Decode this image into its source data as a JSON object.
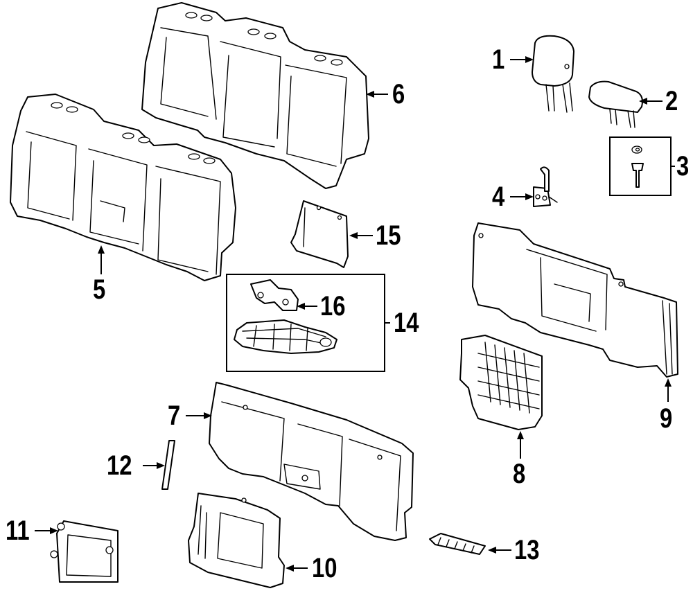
{
  "diagram": {
    "style": {
      "line_color": "#000000",
      "fill_color": "#ffffff",
      "background": "#ffffff"
    },
    "callouts": [
      {
        "id": "c1",
        "label": "1"
      },
      {
        "id": "c2",
        "label": "2"
      },
      {
        "id": "c3",
        "label": "3"
      },
      {
        "id": "c4",
        "label": "4"
      },
      {
        "id": "c5",
        "label": "5"
      },
      {
        "id": "c6",
        "label": "6"
      },
      {
        "id": "c7",
        "label": "7"
      },
      {
        "id": "c8",
        "label": "8"
      },
      {
        "id": "c9",
        "label": "9"
      },
      {
        "id": "c10",
        "label": "10"
      },
      {
        "id": "c11",
        "label": "11"
      },
      {
        "id": "c12",
        "label": "12"
      },
      {
        "id": "c13",
        "label": "13"
      },
      {
        "id": "c14",
        "label": "14"
      },
      {
        "id": "c15",
        "label": "15"
      },
      {
        "id": "c16",
        "label": "16"
      }
    ]
  }
}
